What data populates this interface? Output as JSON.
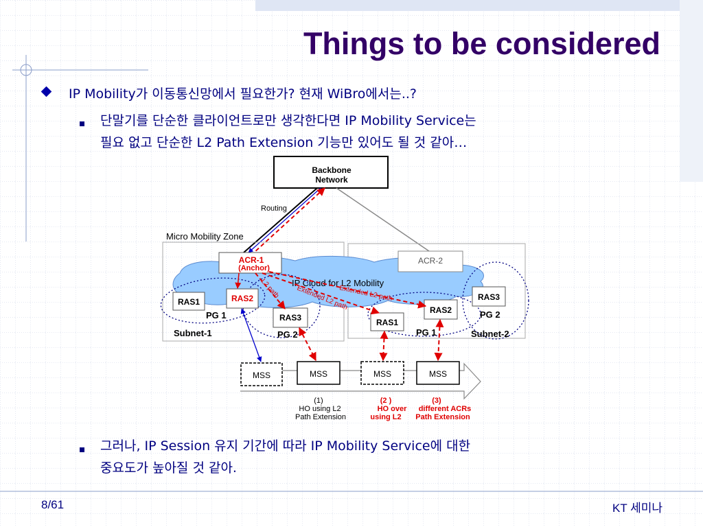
{
  "title": "Things to be considered",
  "bullet1": "IP Mobility가 이동통신망에서 필요한가? 현재 WiBro에서는..?",
  "sub1": {
    "line1": "단말기를 단순한 클라이언트로만 생각한다면 IP Mobility Service는",
    "line2": "필요 없고 단순한 L2 Path Extension 기능만 있어도 될 것 같아…"
  },
  "sub2": {
    "line1": "그러나, IP Session 유지 기간에 따라 IP Mobility Service에 대한",
    "line2": "중요도가 높아질 것 같아."
  },
  "footer": {
    "page": "8/61",
    "org": "KT 세미나"
  },
  "diagram": {
    "backbone": [
      "Backbone",
      "Network"
    ],
    "routing": "Routing",
    "zone": "Micro Mobility Zone",
    "acr1": [
      "ACR-1",
      "(Anchor)"
    ],
    "acr2": "ACR-2",
    "cloud": "IP Cloud  for L2  Mobility",
    "ras": {
      "left1": "RAS1",
      "left2": "RAS2",
      "left3": "RAS3",
      "right1": "RAS1",
      "right2": "RAS2",
      "right3": "RAS3"
    },
    "pg": {
      "l1": "PG 1",
      "l2": "PG 2",
      "r1": "PG 1",
      "r2": "PG 2"
    },
    "subnet1": "Subnet-1",
    "subnet2": "Subnet-2",
    "l2path": "L2 path",
    "ext1": "Extended L2 path",
    "ext2": "Extended L2 path",
    "mss": [
      "MSS",
      "MSS",
      "MSS",
      "MSS"
    ],
    "case1": [
      "(1)",
      "HO using L2",
      "Path Extension"
    ],
    "case2": [
      "(2  )",
      "HO over",
      "using L2"
    ],
    "case3": [
      "(3)",
      "different ACRs",
      "Path Extension"
    ]
  },
  "colors": {
    "title": "#330066",
    "text": "#000080",
    "red": "#e00000",
    "cloud": "#99ccff"
  }
}
